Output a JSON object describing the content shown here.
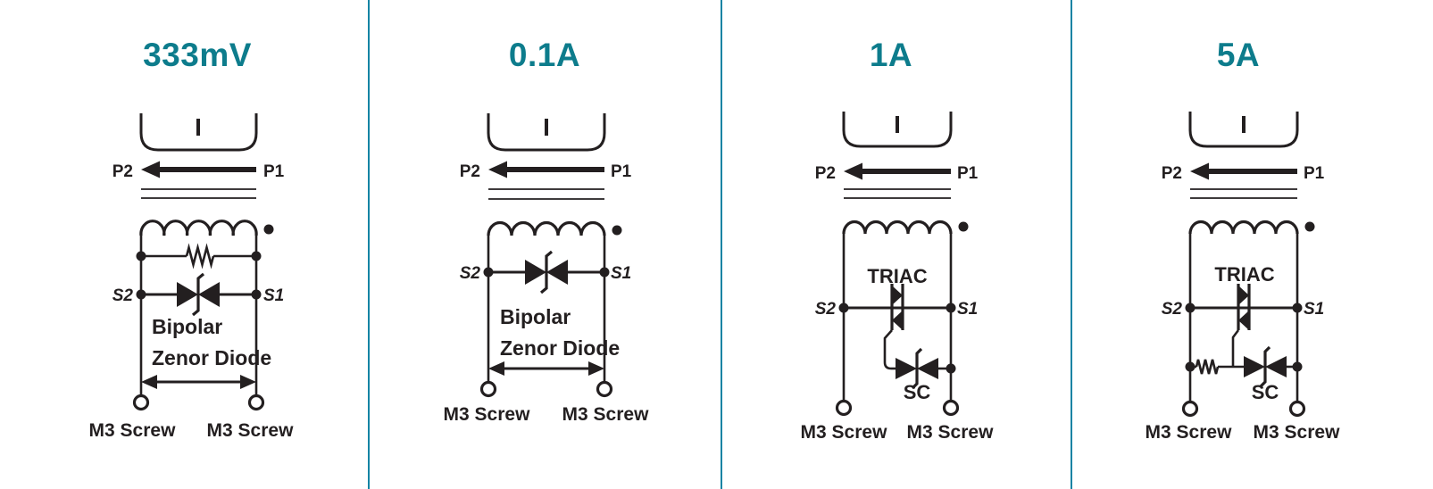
{
  "colors": {
    "accent": "#0d7c8c",
    "divider": "#1484a4",
    "line": "#231f20",
    "background": "#ffffff"
  },
  "panels": [
    {
      "title": "333mV",
      "primary": {
        "left": "P2",
        "right": "P1"
      },
      "secondary": {
        "left": "S2",
        "right": "S1"
      },
      "caption": {
        "line1": "Bipolar",
        "line2": "Zenor Diode"
      },
      "terminals": {
        "left": "M3 Screw",
        "right": "M3 Screw"
      },
      "symbols": [
        "ct-window",
        "primary-current-arrow",
        "transformer-core-lines",
        "secondary-coil",
        "polarity-dot",
        "resistor",
        "bipolar-zener-diode",
        "terminal-span-arrow",
        "screw-terminals"
      ]
    },
    {
      "title": "0.1A",
      "primary": {
        "left": "P2",
        "right": "P1"
      },
      "secondary": {
        "left": "S2",
        "right": "S1"
      },
      "caption": {
        "line1": "Bipolar",
        "line2": "Zenor Diode"
      },
      "terminals": {
        "left": "M3 Screw",
        "right": "M3 Screw"
      },
      "symbols": [
        "ct-window",
        "primary-current-arrow",
        "transformer-core-lines",
        "secondary-coil",
        "polarity-dot",
        "bipolar-zener-diode",
        "terminal-span-arrow",
        "screw-terminals"
      ]
    },
    {
      "title": "1A",
      "primary": {
        "left": "P2",
        "right": "P1"
      },
      "secondary": {
        "left": "S2",
        "right": "S1"
      },
      "triac_label": "TRIAC",
      "sc_label": "SC",
      "terminals": {
        "left": "M3 Screw",
        "right": "M3 Screw"
      },
      "symbols": [
        "ct-window",
        "primary-current-arrow",
        "transformer-core-lines",
        "secondary-coil",
        "polarity-dot",
        "triac",
        "sc-trigger-diode",
        "screw-terminals"
      ]
    },
    {
      "title": "5A",
      "primary": {
        "left": "P2",
        "right": "P1"
      },
      "secondary": {
        "left": "S2",
        "right": "S1"
      },
      "triac_label": "TRIAC",
      "sc_label": "SC",
      "terminals": {
        "left": "M3 Screw",
        "right": "M3 Screw"
      },
      "symbols": [
        "ct-window",
        "primary-current-arrow",
        "transformer-core-lines",
        "secondary-coil",
        "polarity-dot",
        "triac",
        "resistor",
        "sc-trigger-diode",
        "screw-terminals"
      ]
    }
  ]
}
